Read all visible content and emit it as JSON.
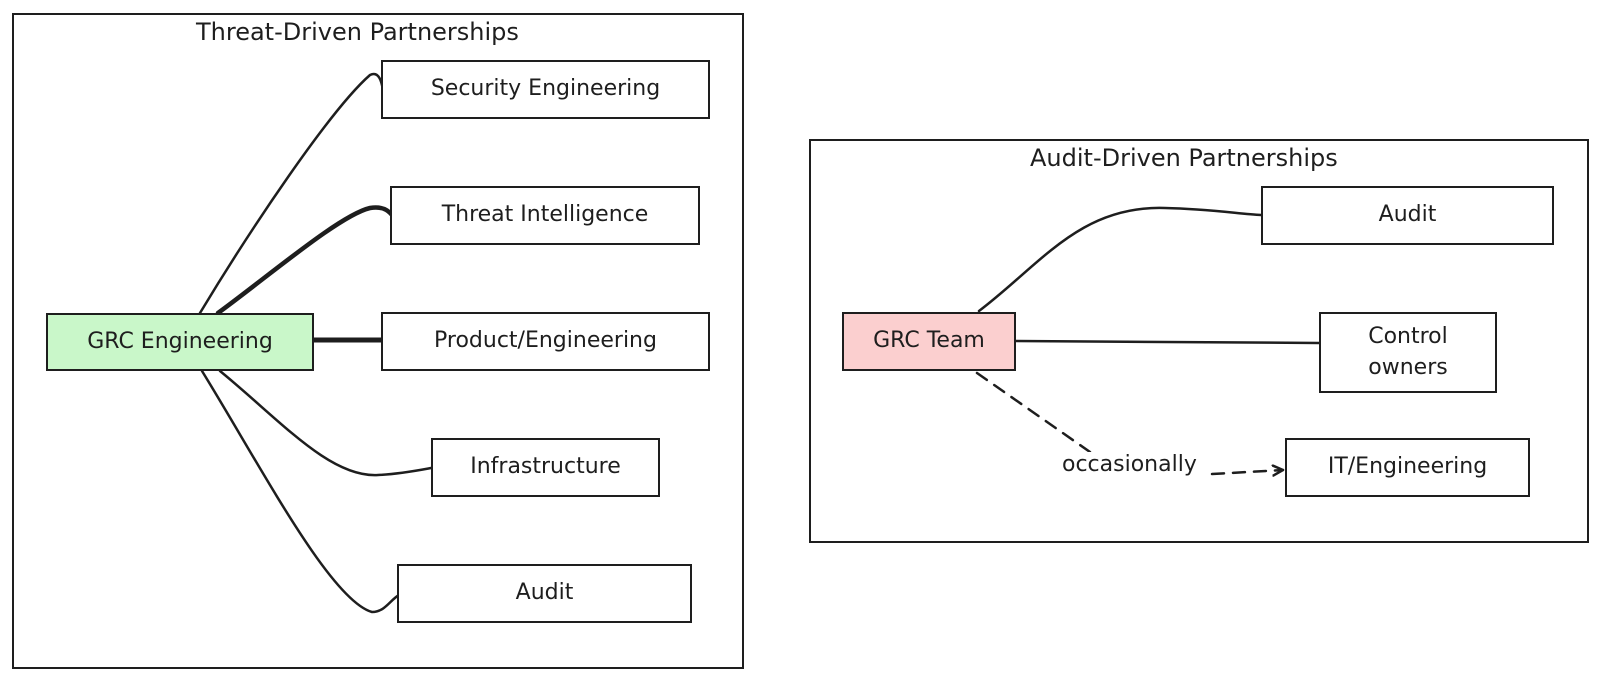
{
  "colors": {
    "stroke": "#1e1e1e",
    "grc_engineering_fill": "#c9f7c9",
    "grc_team_fill": "#fbcfcf",
    "node_fill": "#ffffff"
  },
  "threat_frame": {
    "title": "Threat-Driven Partnerships",
    "hub": "GRC Engineering",
    "partners": [
      "Security Engineering",
      "Threat Intelligence",
      "Product/Engineering",
      "Infrastructure",
      "Audit"
    ]
  },
  "audit_frame": {
    "title": "Audit-Driven Partnerships",
    "hub": "GRC Team",
    "partners": [
      "Audit",
      "Control\nowners",
      "IT/Engineering"
    ],
    "edge_label": "occasionally"
  }
}
